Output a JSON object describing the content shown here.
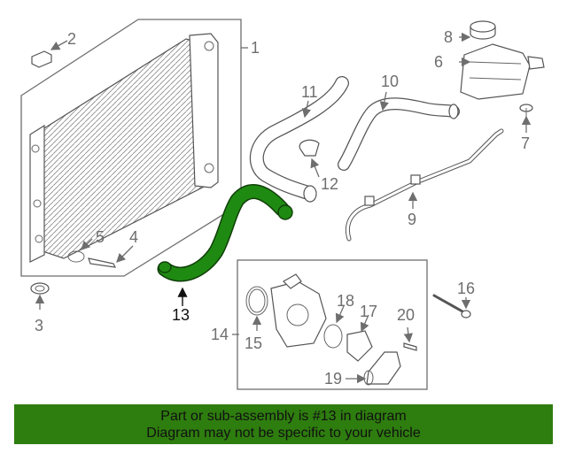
{
  "diagram": {
    "callouts": [
      "1",
      "2",
      "3",
      "4",
      "5",
      "6",
      "7",
      "8",
      "9",
      "10",
      "11",
      "12",
      "13",
      "14",
      "15",
      "16",
      "17",
      "18",
      "19",
      "20"
    ],
    "highlight_callout": "13",
    "colors": {
      "highlight_part": "#1f8a12",
      "line_art": "#6e6e6e",
      "banner": "#2e7d0f"
    }
  },
  "banner": {
    "line1": "Part or sub-assembly is #13 in diagram",
    "line2": "Diagram may not be specific to your vehicle"
  }
}
